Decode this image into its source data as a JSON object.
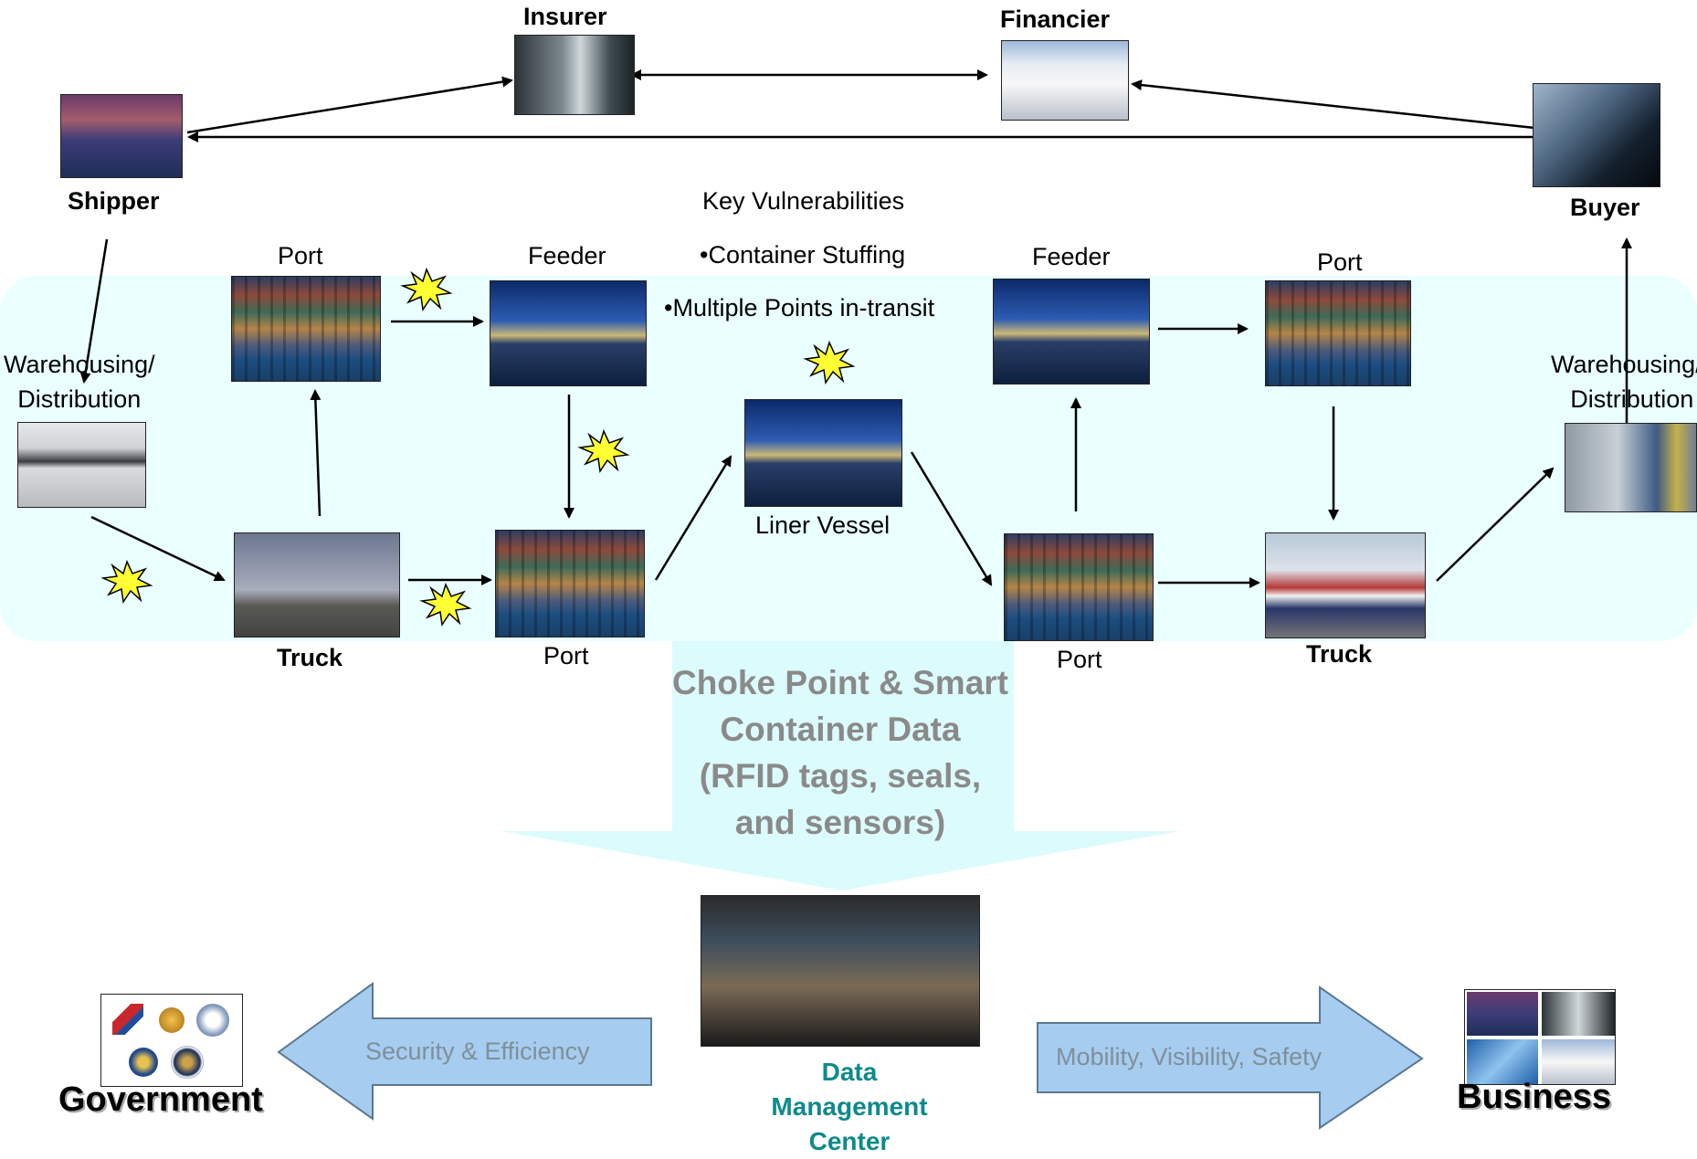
{
  "nodes": {
    "insurer": "Insurer",
    "financier": "Financier",
    "shipper": "Shipper",
    "buyer": "Buyer",
    "port_top_left": "Port",
    "feeder_left": "Feeder",
    "feeder_right": "Feeder",
    "port_top_right": "Port",
    "warehousing_left_line1": "Warehousing/",
    "warehousing_left_line2": "Distribution",
    "warehousing_right_line1": "Warehousing/",
    "warehousing_right_line2": "Distribution",
    "truck_left": "Truck",
    "port_bottom_left": "Port",
    "liner_vessel": "Liner Vessel",
    "port_bottom_right": "Port",
    "truck_right": "Truck"
  },
  "vulnerabilities": {
    "title": "Key Vulnerabilities",
    "items": [
      "•Container Stuffing",
      "•Multiple Points in-transit"
    ]
  },
  "choke_point": {
    "lines": [
      "Choke Point & Smart",
      "Container Data",
      "(RFID tags, seals,",
      "and sensors)"
    ]
  },
  "data_center": {
    "lines": [
      "Data",
      "Management",
      "Center"
    ]
  },
  "left_arrow_label": "Security & Efficiency",
  "right_arrow_label": "Mobility, Visibility, Safety",
  "government": "Government",
  "business": "Business",
  "colors": {
    "band": "#eaffff",
    "big_arrow_fill": "#a6cdf0",
    "big_arrow_text": "#7f8f9a",
    "choke_text": "#8a8a8a",
    "data_center_text": "#0e8a8a",
    "burst": "#ffff33"
  }
}
